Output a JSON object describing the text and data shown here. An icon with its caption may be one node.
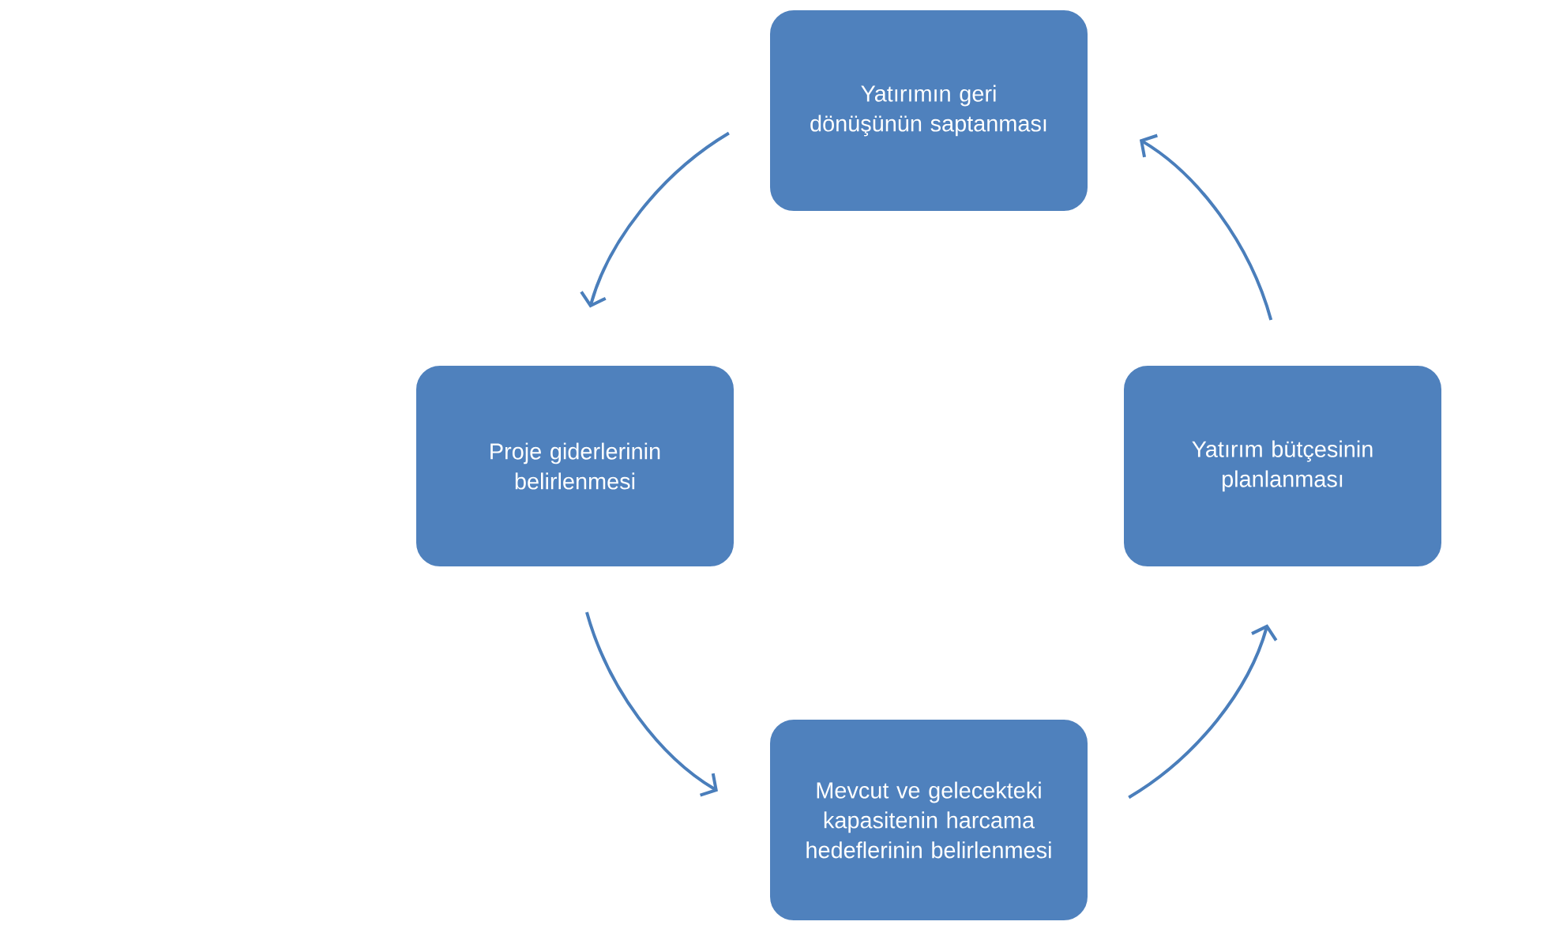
{
  "diagram": {
    "nodes": [
      {
        "text": [
          "Yatırımın geri dönüşünün saptanması"
        ]
      },
      {
        "text": [
          "Proje giderlerinin belirlenmesi"
        ]
      },
      {
        "text": [
          "Yatırım bütçesinin planlanması"
        ]
      },
      {
        "text": [
          "Mevcut ve gelecekteki kapasitenin harcama hedeflerinin belirlenmesi"
        ]
      }
    ],
    "edges": [
      {
        "from": 0,
        "to": 1,
        "arrow": "to"
      },
      {
        "from": 1,
        "to": 3,
        "arrow": "to"
      },
      {
        "from": 3,
        "to": 2,
        "arrow": "to"
      },
      {
        "from": 2,
        "to": 0,
        "arrow": "to"
      }
    ]
  }
}
